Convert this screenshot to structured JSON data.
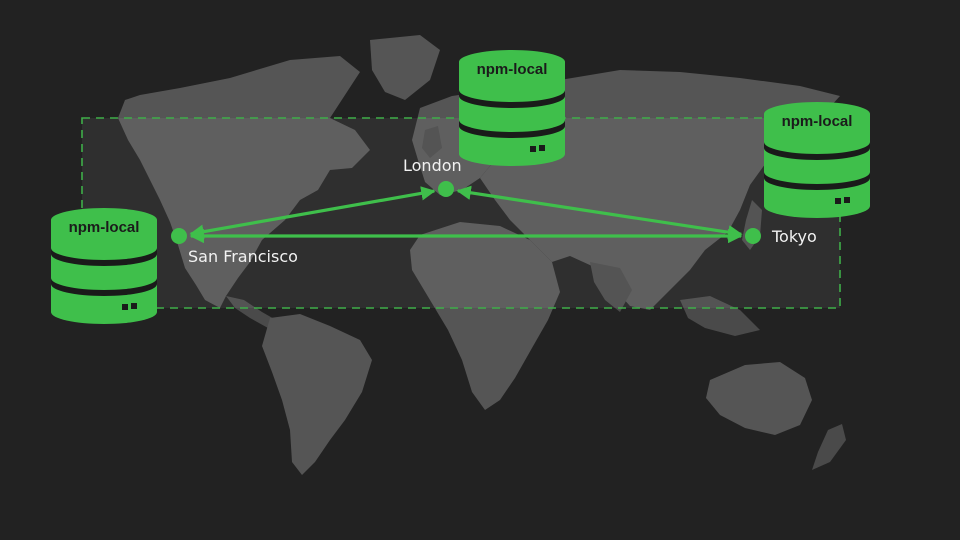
{
  "diagram": {
    "colors": {
      "background": "#222222",
      "accent": "#3fbf4b",
      "map": "#555555"
    },
    "repository_label": "npm-local",
    "nodes": [
      {
        "id": "san-francisco",
        "city": "San Francisco",
        "db_label": "npm-local"
      },
      {
        "id": "london",
        "city": "London",
        "db_label": "npm-local"
      },
      {
        "id": "tokyo",
        "city": "Tokyo",
        "db_label": "npm-local"
      }
    ],
    "links": [
      {
        "from": "san-francisco",
        "to": "london"
      },
      {
        "from": "london",
        "to": "tokyo"
      },
      {
        "from": "san-francisco",
        "to": "tokyo"
      }
    ]
  }
}
